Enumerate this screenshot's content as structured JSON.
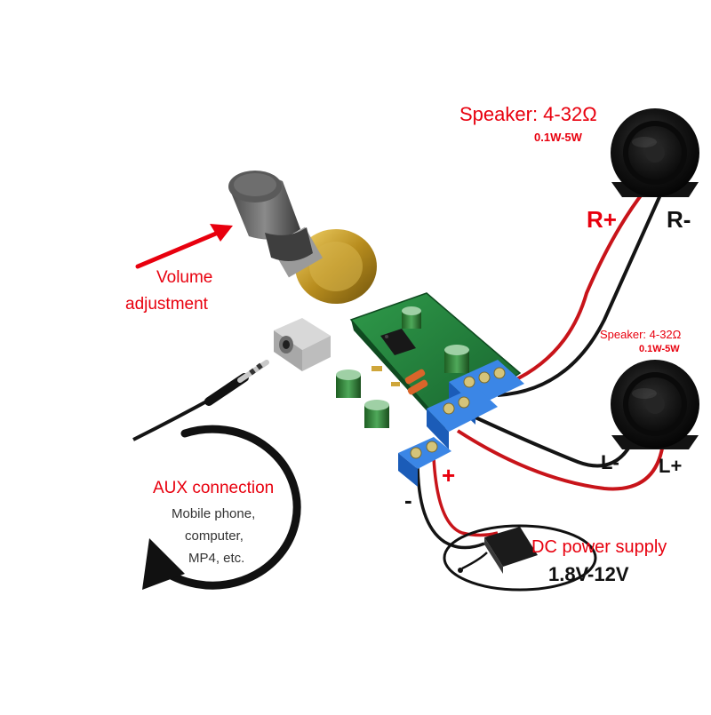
{
  "colors": {
    "accent_red": "#e8000e",
    "wire_black": "#141414",
    "board_green": "#1f7a3a",
    "terminal_blue": "#1e6fd6"
  },
  "speaker_right": {
    "title": "Speaker: 4-32Ω",
    "power": "0.1W-5W",
    "pos_label": "R+",
    "neg_label": "R-"
  },
  "speaker_left": {
    "title": "Speaker: 4-32Ω",
    "power": "0.1W-5W",
    "neg_label": "L-",
    "pos_label": "L+"
  },
  "volume": {
    "line1": "Volume",
    "line2": "adjustment"
  },
  "aux": {
    "title": "AUX connection",
    "line1": "Mobile phone,",
    "line2": "computer,",
    "line3": "MP4, etc."
  },
  "power_input": {
    "minus": "-",
    "plus": "+"
  },
  "dc_supply": {
    "title": "DC power supply",
    "range": "1.8V-12V"
  }
}
